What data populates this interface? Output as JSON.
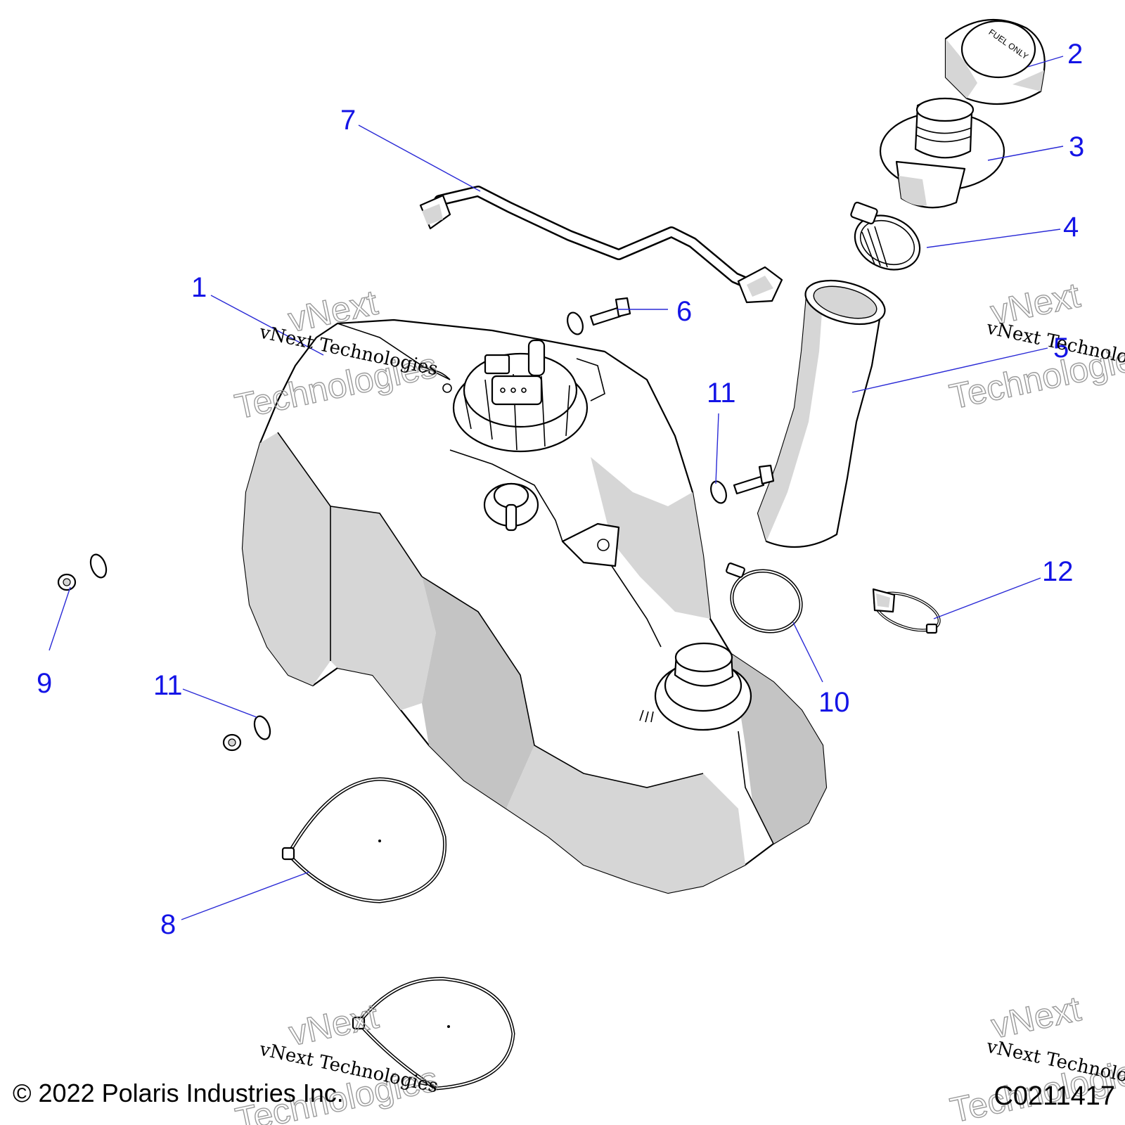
{
  "callouts": {
    "c1": "1",
    "c2": "2",
    "c3": "3",
    "c4": "4",
    "c5": "5",
    "c6": "6",
    "c7": "7",
    "c8": "8",
    "c9": "9",
    "c10": "10",
    "c11a": "11",
    "c11b": "11",
    "c12": "12"
  },
  "cap_text": "FUEL ONLY",
  "watermark": {
    "line": "vNext Technologies",
    "big_top": "vNext",
    "big_bottom": "Technologies"
  },
  "footer": {
    "copyright": "© 2022 Polaris Industries Inc.",
    "figure_id": "C0211417"
  },
  "colors": {
    "callout": "#1414e6",
    "leader": "#2a2ad6",
    "shading": "#d6d6d6"
  }
}
